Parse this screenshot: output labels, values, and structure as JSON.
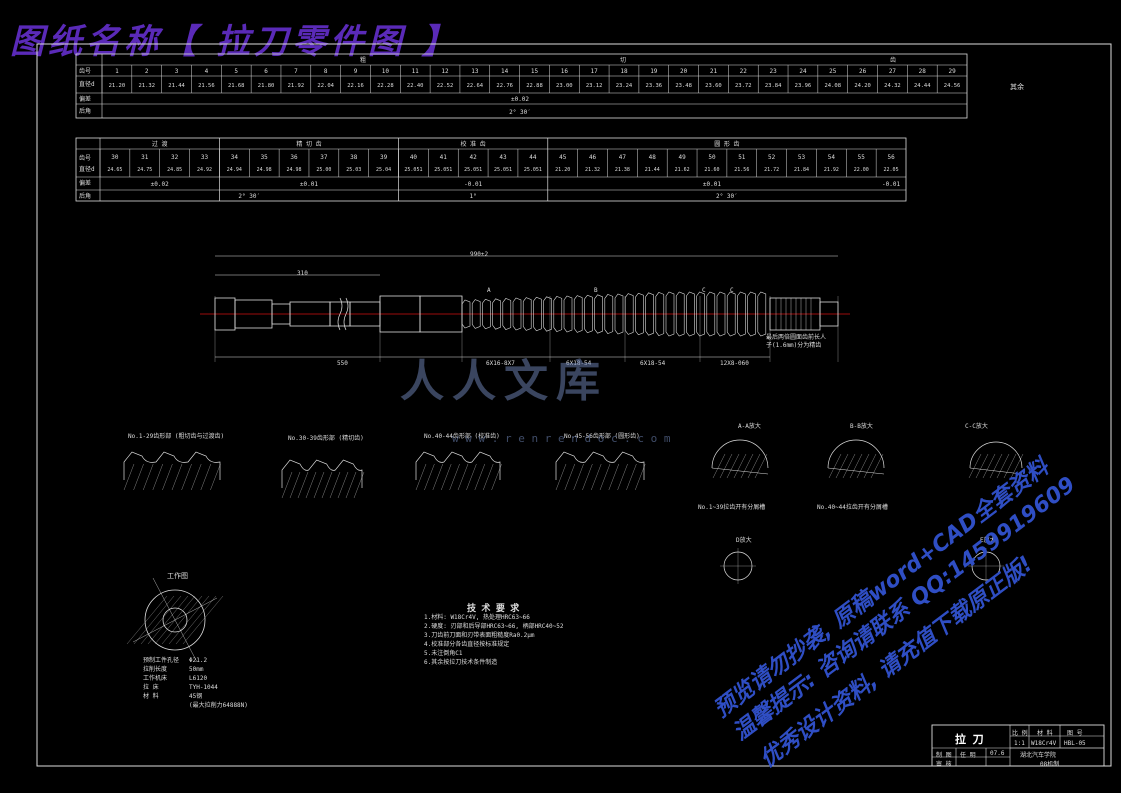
{
  "title": "图纸名称【 拉刀零件图 】",
  "table1": {
    "section_headers": [
      "粗",
      "切",
      "齿"
    ],
    "row_labels": [
      "齿号",
      "直径d",
      "偏差",
      "后角"
    ],
    "tooth_numbers": [
      "1",
      "2",
      "3",
      "4",
      "5",
      "6",
      "7",
      "8",
      "9",
      "10",
      "11",
      "12",
      "13",
      "14",
      "15",
      "16",
      "17",
      "18",
      "19",
      "20",
      "21",
      "22",
      "23",
      "24",
      "25",
      "26",
      "27",
      "28",
      "29"
    ],
    "diameters": [
      "21.20",
      "21.32",
      "21.44",
      "21.56",
      "21.68",
      "21.80",
      "21.92",
      "22.04",
      "22.16",
      "22.28",
      "22.40",
      "22.52",
      "22.64",
      "22.76",
      "22.88",
      "23.00",
      "23.12",
      "23.24",
      "23.36",
      "23.48",
      "23.60",
      "23.72",
      "23.84",
      "23.96",
      "24.08",
      "24.20",
      "24.32",
      "24.44",
      "24.56"
    ],
    "tolerance": "±0.02",
    "relief": "2° 30′"
  },
  "table2": {
    "section_headers": [
      "过 渡",
      "精 切 齿",
      "校 准 齿",
      "圆 形 齿"
    ],
    "row_labels": [
      "齿号",
      "直径d",
      "偏差",
      "后角"
    ],
    "tooth_numbers": [
      "30",
      "31",
      "32",
      "33",
      "34",
      "35",
      "36",
      "37",
      "38",
      "39",
      "40",
      "41",
      "42",
      "43",
      "44",
      "45",
      "46",
      "47",
      "48",
      "49",
      "50",
      "51",
      "52",
      "53",
      "54",
      "55",
      "56"
    ],
    "diameters": [
      "24.65",
      "24.75",
      "24.85",
      "24.92",
      "24.94",
      "24.98",
      "24.98",
      "25.00",
      "25.03",
      "25.04",
      "25.051",
      "25.051",
      "25.051",
      "25.051",
      "25.051",
      "21.20",
      "21.32",
      "21.38",
      "21.44",
      "21.62",
      "21.60",
      "21.56",
      "21.72",
      "21.84",
      "21.92",
      "22.00",
      "22.05"
    ],
    "tolerances": [
      "±0.02",
      "±0.01",
      "-0.01",
      "±0.01",
      "-0.01"
    ],
    "reliefs": [
      "2° 30′",
      "1°",
      "2° 30′"
    ]
  },
  "roughness_note": "其余",
  "drawing": {
    "overall_length": "990±2",
    "dim_310": "310",
    "dim_550": "550",
    "segment_labels": [
      "6X16-8X7",
      "6X18-54",
      "6X18-54",
      "12X8-060"
    ],
    "labels_ab": [
      "A",
      "B",
      "C",
      "C"
    ],
    "note_right": "最后两倍圆面齿前长人子(1.6mm)分为精齿"
  },
  "detail_views": [
    "No.1-29齿形部 (粗切齿与过渡齿)",
    "No.30-39齿形部 (精切齿)",
    "No.40-44齿形部 (校准齿)",
    "No.45-56齿形部 (圆形齿)",
    "A-A放大",
    "B-B放大",
    "C-C放大"
  ],
  "detail_notes": [
    "No.1~39拉齿开有分屑槽",
    "No.40~44拉齿开有分屑槽"
  ],
  "small_views": [
    "D放大",
    "E放大"
  ],
  "workpiece": {
    "title": "工作图",
    "params": [
      [
        "预制工件孔径",
        "Φ21.2"
      ],
      [
        "拉削长度",
        "50mm"
      ],
      [
        "工作机床",
        "L6120"
      ],
      [
        "拉 床",
        "TYH-1044"
      ],
      [
        "材 料",
        "45钢"
      ],
      [
        "",
        "(最大拉削力64888N)"
      ]
    ]
  },
  "tech_req": {
    "title": "技 术 要 求",
    "items": [
      "1.材料: W18Cr4V, 热处理HRC63~66",
      "2.硬度: 刃部和后导部HRC63~66, 柄部HRC40~52",
      "3.刀齿前刀面和刃带表面粗糙度Ra0.2μm",
      "4.校准部分各齿直径按标准规定",
      "5.未注倒角C1",
      "6.其余按拉刀技术条件制造"
    ]
  },
  "title_block": {
    "part_name": "拉 刀",
    "headers": [
      "比 例",
      "材 料",
      "图 号"
    ],
    "values": [
      "1:1",
      "W18Cr4V",
      "HBL-05"
    ],
    "designer_label": "制 图",
    "designer": "任 明",
    "date": "07.6",
    "checker_label": "审 核",
    "school": "湖北汽车学院",
    "class": "08机制"
  },
  "watermarks": {
    "logo": "人人文库",
    "url": "w w w . r e n r e n d o c . c o m",
    "line1": "预览请勿抄袭, 原稿word+CAD全套资料",
    "line2": "温馨提示: 咨询请联系 QQ:1459919609",
    "line3": "优秀设计资料, 请充值下载原正版!"
  },
  "colors": {
    "title": "#5a2ab8",
    "watermark": "#2f4ec4",
    "center_line": "#d01010",
    "logo": "#6a7fae"
  }
}
